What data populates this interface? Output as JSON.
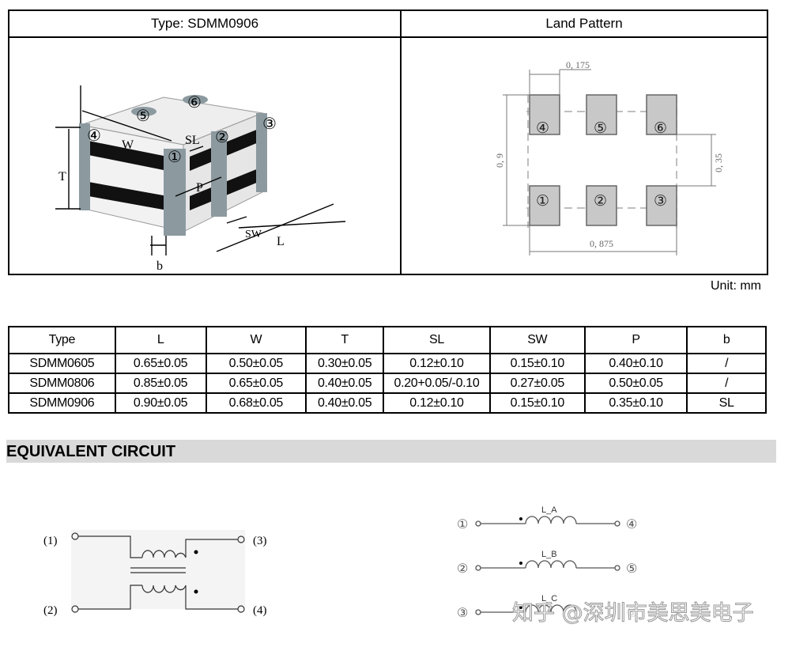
{
  "dimension_drawing": {
    "header_type_label": "Type: SDMM0906",
    "labels": {
      "W": "W",
      "T": "T",
      "SL": "SL",
      "P": "P",
      "SW": "SW",
      "L": "L",
      "b": "b"
    },
    "pins": [
      "①",
      "②",
      "③",
      "④",
      "⑤",
      "⑥"
    ]
  },
  "land_pattern": {
    "header": "Land Pattern",
    "dim_pad_width": "0, 175",
    "dim_height": "0, 9",
    "dim_gap": "0, 35",
    "dim_width": "0, 875",
    "pads": [
      "④",
      "⑤",
      "⑥",
      "①",
      "②",
      "③"
    ],
    "pad_color": "#c8c8c8"
  },
  "unit": "Unit: mm",
  "dimension_table": {
    "headers": [
      "Type",
      "L",
      "W",
      "T",
      "SL",
      "SW",
      "P",
      "b"
    ],
    "rows": [
      [
        "SDMM0605",
        "0.65±0.05",
        "0.50±0.05",
        "0.30±0.05",
        "0.12±0.10",
        "0.15±0.10",
        "0.40±0.10",
        "/"
      ],
      [
        "SDMM0806",
        "0.85±0.05",
        "0.65±0.05",
        "0.40±0.05",
        "0.20+0.05/-0.10",
        "0.27±0.05",
        "0.50±0.05",
        "/"
      ],
      [
        "SDMM0906",
        "0.90±0.05",
        "0.68±0.05",
        "0.40±0.05",
        "0.12±0.10",
        "0.15±0.10",
        "0.35±0.10",
        "SL"
      ]
    ]
  },
  "equivalent_circuit": {
    "title": "EQUIVALENT CIRCUIT",
    "left_terminals": [
      "(1)",
      "(2)",
      "(3)",
      "(4)"
    ],
    "right_inductors": [
      {
        "name": "L_A",
        "left": "①",
        "right": "④"
      },
      {
        "name": "L_B",
        "left": "②",
        "right": "⑤"
      },
      {
        "name": "L_C",
        "left": "③",
        "right": "⑥"
      }
    ]
  },
  "watermark": "知乎 @深圳市美思美电子"
}
